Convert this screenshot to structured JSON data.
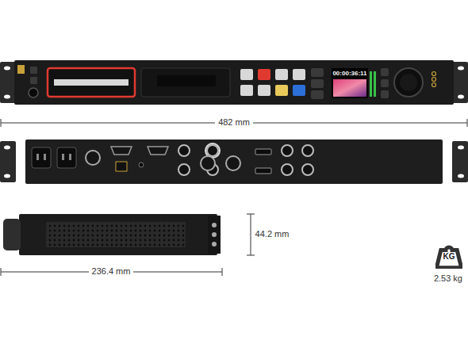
{
  "diagram": {
    "nodes": [
      {
        "text": [
          "KG"
        ]
      }
    ],
    "labels": [
      "482 mm",
      "44.2 mm",
      "236.4 mm",
      "2.53 kg",
      "00:00:36:11"
    ]
  }
}
